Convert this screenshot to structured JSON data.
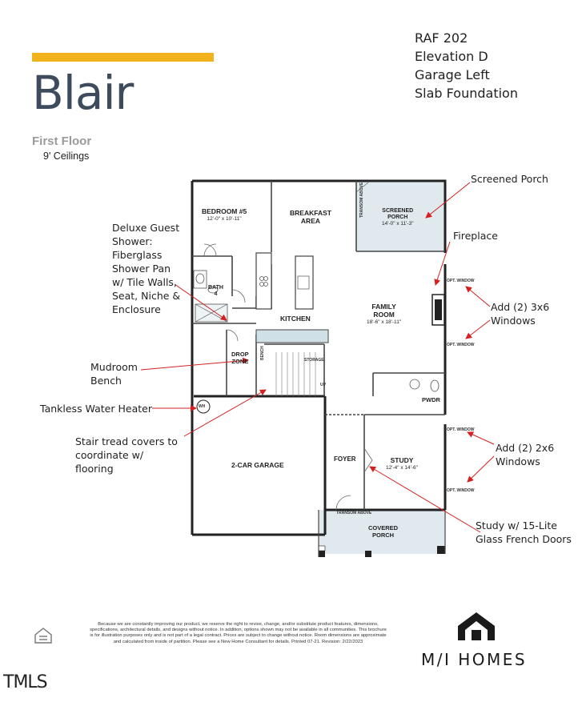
{
  "title": "Blair",
  "floor": "First Floor",
  "ceilings": "9' Ceilings",
  "info_lines": [
    "RAF 202",
    "Elevation D",
    "Garage Left",
    "Slab Foundation"
  ],
  "colors": {
    "accent": "#f2b21b",
    "title": "#3d4b5c",
    "porch_fill": "#dfe9ee",
    "arrow": "#d42020"
  },
  "rooms": {
    "bedroom": {
      "name": "BEDROOM #5",
      "dims": "12'-0\" x 10'-11\""
    },
    "breakfast": {
      "name": "BREAKFAST",
      "name2": "AREA"
    },
    "screened_porch": {
      "name": "SCREENED",
      "name2": "PORCH",
      "dims": "14'-0\" x 11'-3\""
    },
    "bath": {
      "name": "BATH",
      "num": "4"
    },
    "kitchen": {
      "name": "KITCHEN"
    },
    "family": {
      "name": "FAMILY",
      "name2": "ROOM",
      "dims": "18'-6\" x 18'-11\""
    },
    "drop_zone": {
      "name": "DROP",
      "name2": "ZONE"
    },
    "storage": {
      "name": "STORAGE"
    },
    "up": "UP",
    "pwdr": {
      "name": "PWDR"
    },
    "garage": {
      "name": "2-CAR GARAGE"
    },
    "foyer": {
      "name": "FOYER"
    },
    "study": {
      "name": "STUDY",
      "dims": "12'-4\" x 14'-6\""
    },
    "covered_porch": {
      "name": "COVERED",
      "name2": "PORCH"
    },
    "wh": "WH",
    "bench": "BENCH",
    "transom": "TRANSOM ABOVE",
    "opt_window": "OPT. WINDOW"
  },
  "callouts": {
    "screened_porch": "Screened Porch",
    "fireplace": "Fireplace",
    "add_3x6": [
      "Add (2) 3x6",
      "Windows"
    ],
    "deluxe_shower": [
      "Deluxe Guest",
      "Shower:",
      "Fiberglass",
      "Shower Pan",
      "w/ Tile Walls,",
      "Seat, Niche &",
      "Enclosure"
    ],
    "mudroom": [
      "Mudroom",
      "Bench"
    ],
    "water_heater": "Tankless Water Heater",
    "stair": [
      "Stair tread covers to",
      "coordinate w/",
      "flooring"
    ],
    "add_2x6": [
      "Add (2) 2x6",
      "Windows"
    ],
    "study_doors": [
      "Study w/ 15-Lite",
      "Glass French Doors"
    ]
  },
  "disclaimer": "Because we are constantly improving our product, we reserve the right to revise, change, and/or substitute product features, dimensions, specifications, architectural details, and designs without notice. In addition, options shown may not be available in all communities. This brochure is for illustration purposes only and is not part of a legal contract. Prices are subject to change without notice. Room dimensions are approximate and calculated from inside of partition. Please see a New Home Consultant for details. Printed 07-21. Revision: 2/22/2023",
  "brand": "M/I HOMES",
  "corner_logo": "TMLS",
  "eho_icon": "equal-housing-icon",
  "brand_icon": "house-logo-icon"
}
